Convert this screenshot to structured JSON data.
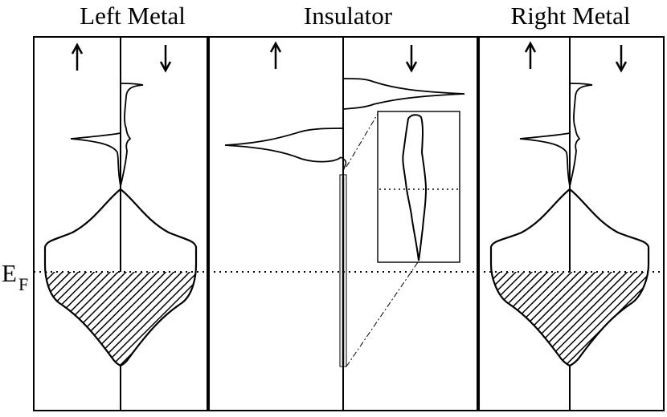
{
  "panels": {
    "left": {
      "title": "Left Metal"
    },
    "middle": {
      "title": "Insulator"
    },
    "right": {
      "title": "Right Metal"
    }
  },
  "fermi_level": {
    "label": "E",
    "subscript": "F"
  },
  "spin_labels": {
    "up": "↑",
    "down": "↓"
  }
}
